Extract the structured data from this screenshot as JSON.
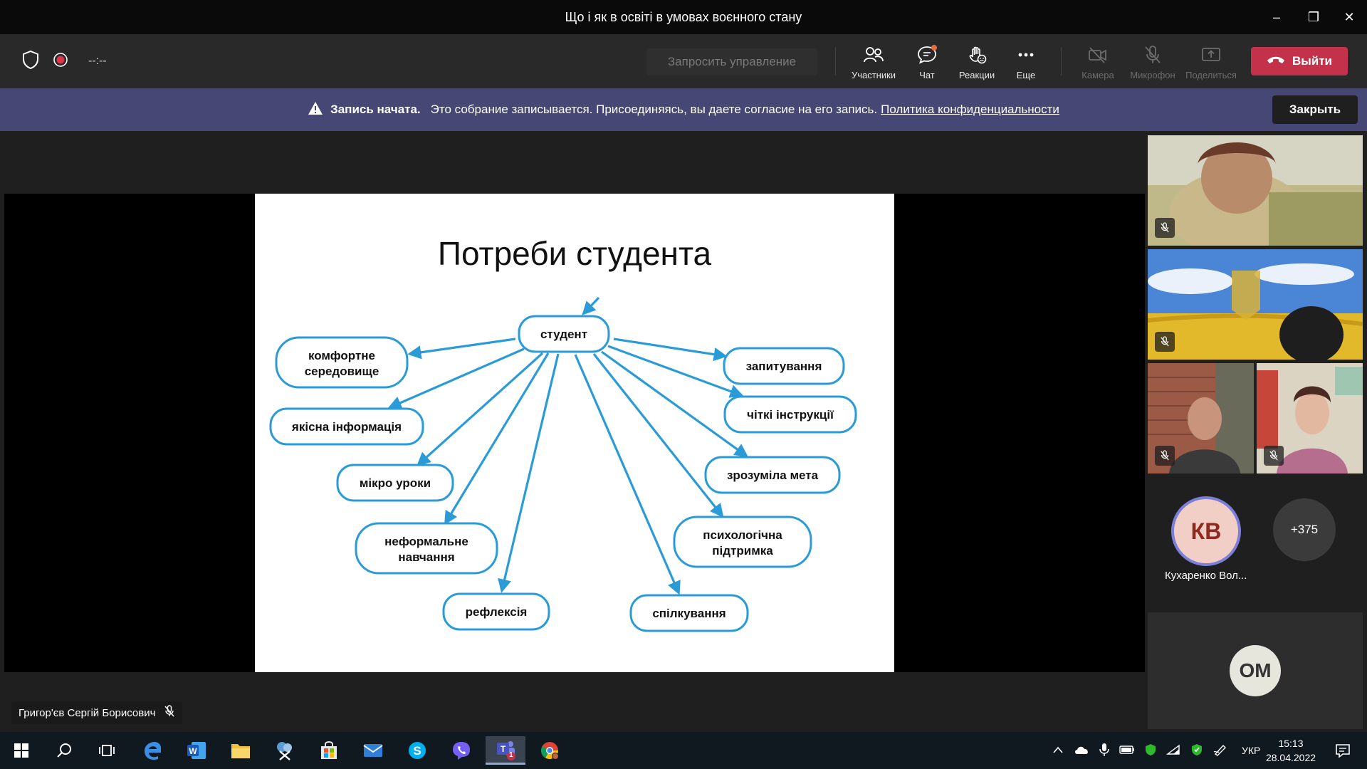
{
  "window": {
    "title": "Що і як в освіті в умовах воєнного стану",
    "minimize": "–",
    "restore": "❐",
    "close": "✕"
  },
  "toolbar": {
    "timer": "--:--",
    "request_control": "Запросить управление",
    "buttons": [
      {
        "label": "Участники",
        "icon": "participants-icon"
      },
      {
        "label": "Чат",
        "icon": "chat-icon"
      },
      {
        "label": "Реакции",
        "icon": "reactions-icon"
      },
      {
        "label": "Еще",
        "icon": "more-icon"
      },
      {
        "label": "Камера",
        "icon": "camera-off-icon"
      },
      {
        "label": "Микрофон",
        "icon": "mic-off-icon"
      },
      {
        "label": "Поделиться",
        "icon": "share-icon"
      }
    ],
    "leave_label": "Выйти"
  },
  "banner": {
    "bold": "Запись начата.",
    "text": "Это собрание записывается. Присоединяясь, вы даете согласие на его запись.",
    "link": "Политика конфиденциальности",
    "close": "Закрыть"
  },
  "slide": {
    "title": "Потреби студента",
    "center": "студент",
    "nodes": [
      {
        "line1": "комфортне",
        "line2": "середовище"
      },
      {
        "line1": "якісна інформація",
        "line2": ""
      },
      {
        "line1": "мікро уроки",
        "line2": ""
      },
      {
        "line1": "неформальне",
        "line2": "навчання"
      },
      {
        "line1": "рефлексія",
        "line2": ""
      },
      {
        "line1": "спілкування",
        "line2": ""
      },
      {
        "line1": "психологічна",
        "line2": "підтримка"
      },
      {
        "line1": "зрозуміла мета",
        "line2": ""
      },
      {
        "line1": "чіткі інструкції",
        "line2": ""
      },
      {
        "line1": "запитування",
        "line2": ""
      }
    ],
    "colors": {
      "accent": "#2b9bd8"
    }
  },
  "presenter": {
    "name": "Григор'єв Сергій Борисович"
  },
  "participants": {
    "kv_initials": "КВ",
    "kv_name": "Кухаренко Вол...",
    "more_count": "+375",
    "om_initials": "ОМ"
  },
  "taskbar": {
    "language": "УКР",
    "time": "15:13",
    "date": "28.04.2022",
    "teams_badge": "1"
  }
}
